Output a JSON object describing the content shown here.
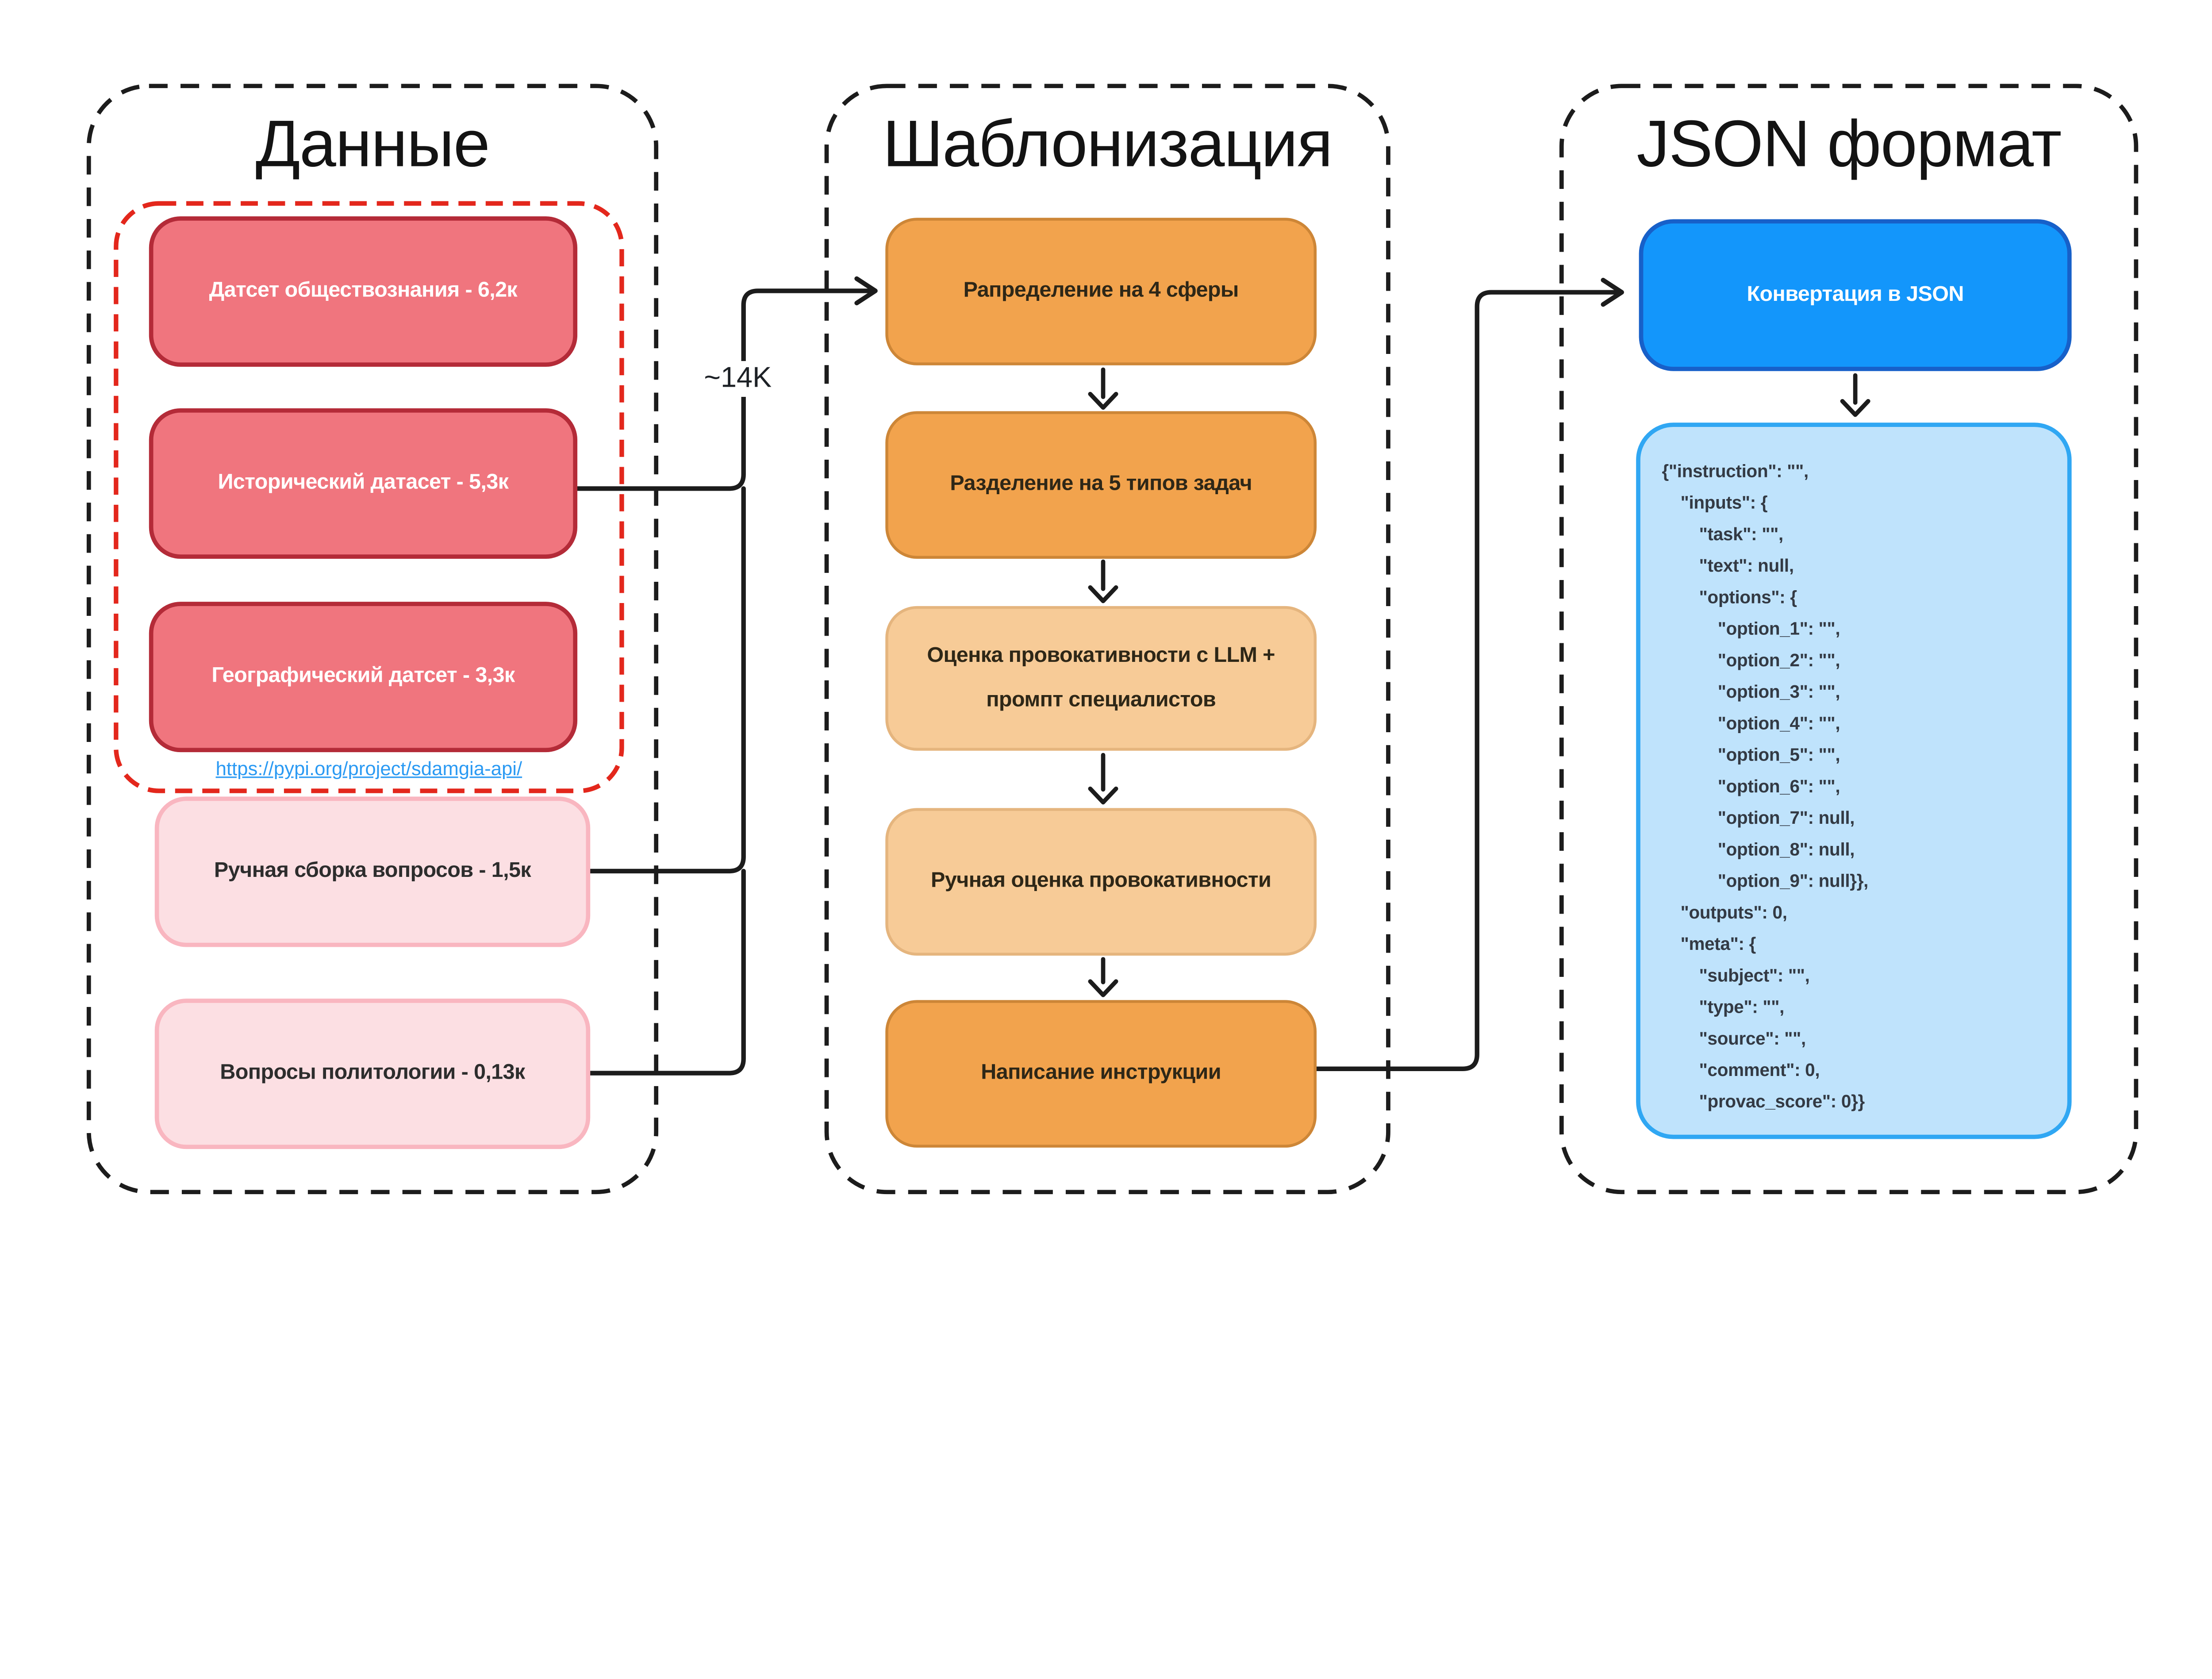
{
  "left": {
    "title": "Данные",
    "dataset_boxes": [
      "Датсет обществознания - 6,2к",
      "Исторический датасет - 5,3к",
      "Географический датсет - 3,3к"
    ],
    "link": "https://pypi.org/project/sdamgia-api/",
    "manual_boxes": [
      "Ручная сборка вопросов - 1,5к",
      "Вопросы политологии - 0,13к"
    ]
  },
  "middle": {
    "title": "Шаблонизация",
    "steps": [
      "Рапределение на 4 сферы",
      "Разделение на 5 типов задач",
      "Оценка провокативности с LLM + промпт специалистов",
      "Ручная оценка провокативности",
      "Написание инструкции"
    ]
  },
  "right": {
    "title": "JSON формат",
    "convert_box": "Конвертация в JSON",
    "code_lines": [
      {
        "indent": 0,
        "text": "{\"instruction\": \"\","
      },
      {
        "indent": 1,
        "text": "\"inputs\": {"
      },
      {
        "indent": 2,
        "text": "\"task\": \"\","
      },
      {
        "indent": 2,
        "text": "\"text\": null,"
      },
      {
        "indent": 2,
        "text": "\"options\": {"
      },
      {
        "indent": 3,
        "text": "\"option_1\": \"\","
      },
      {
        "indent": 3,
        "text": "\"option_2\": \"\","
      },
      {
        "indent": 3,
        "text": "\"option_3\": \"\","
      },
      {
        "indent": 3,
        "text": "\"option_4\": \"\","
      },
      {
        "indent": 3,
        "text": "\"option_5\": \"\","
      },
      {
        "indent": 3,
        "text": "\"option_6\": \"\","
      },
      {
        "indent": 3,
        "text": "\"option_7\": null,"
      },
      {
        "indent": 3,
        "text": "\"option_8\": null,"
      },
      {
        "indent": 3,
        "text": "\"option_9\": null}},"
      },
      {
        "indent": 1,
        "text": "\"outputs\": 0,"
      },
      {
        "indent": 1,
        "text": "\"meta\": {"
      },
      {
        "indent": 2,
        "text": "\"subject\": \"\","
      },
      {
        "indent": 2,
        "text": "\"type\": \"\","
      },
      {
        "indent": 2,
        "text": "\"source\": \"\","
      },
      {
        "indent": 2,
        "text": "\"comment\": 0,"
      },
      {
        "indent": 2,
        "text": "\"provac_score\": 0}}"
      }
    ]
  },
  "labels": {
    "merge_count": "~14K"
  },
  "colors": {
    "dataset_fill": "#f0757e",
    "dataset_border": "#b42b38",
    "highlight_dashed": "#e3271c",
    "manual_fill": "#fcdfe3",
    "manual_border": "#f9b6c0",
    "step_dark_fill": "#f2a34d",
    "step_dark_border": "#cd8637",
    "step_light_fill": "#f7cb97",
    "step_light_border": "#e5b57e",
    "convert_fill": "#1396fb",
    "convert_border": "#1760c9",
    "code_fill": "#bfe3fc",
    "code_border": "#30a7f3",
    "link_color": "#2b9af3",
    "line_color": "#1c1c1c",
    "background": "#ffffff"
  }
}
